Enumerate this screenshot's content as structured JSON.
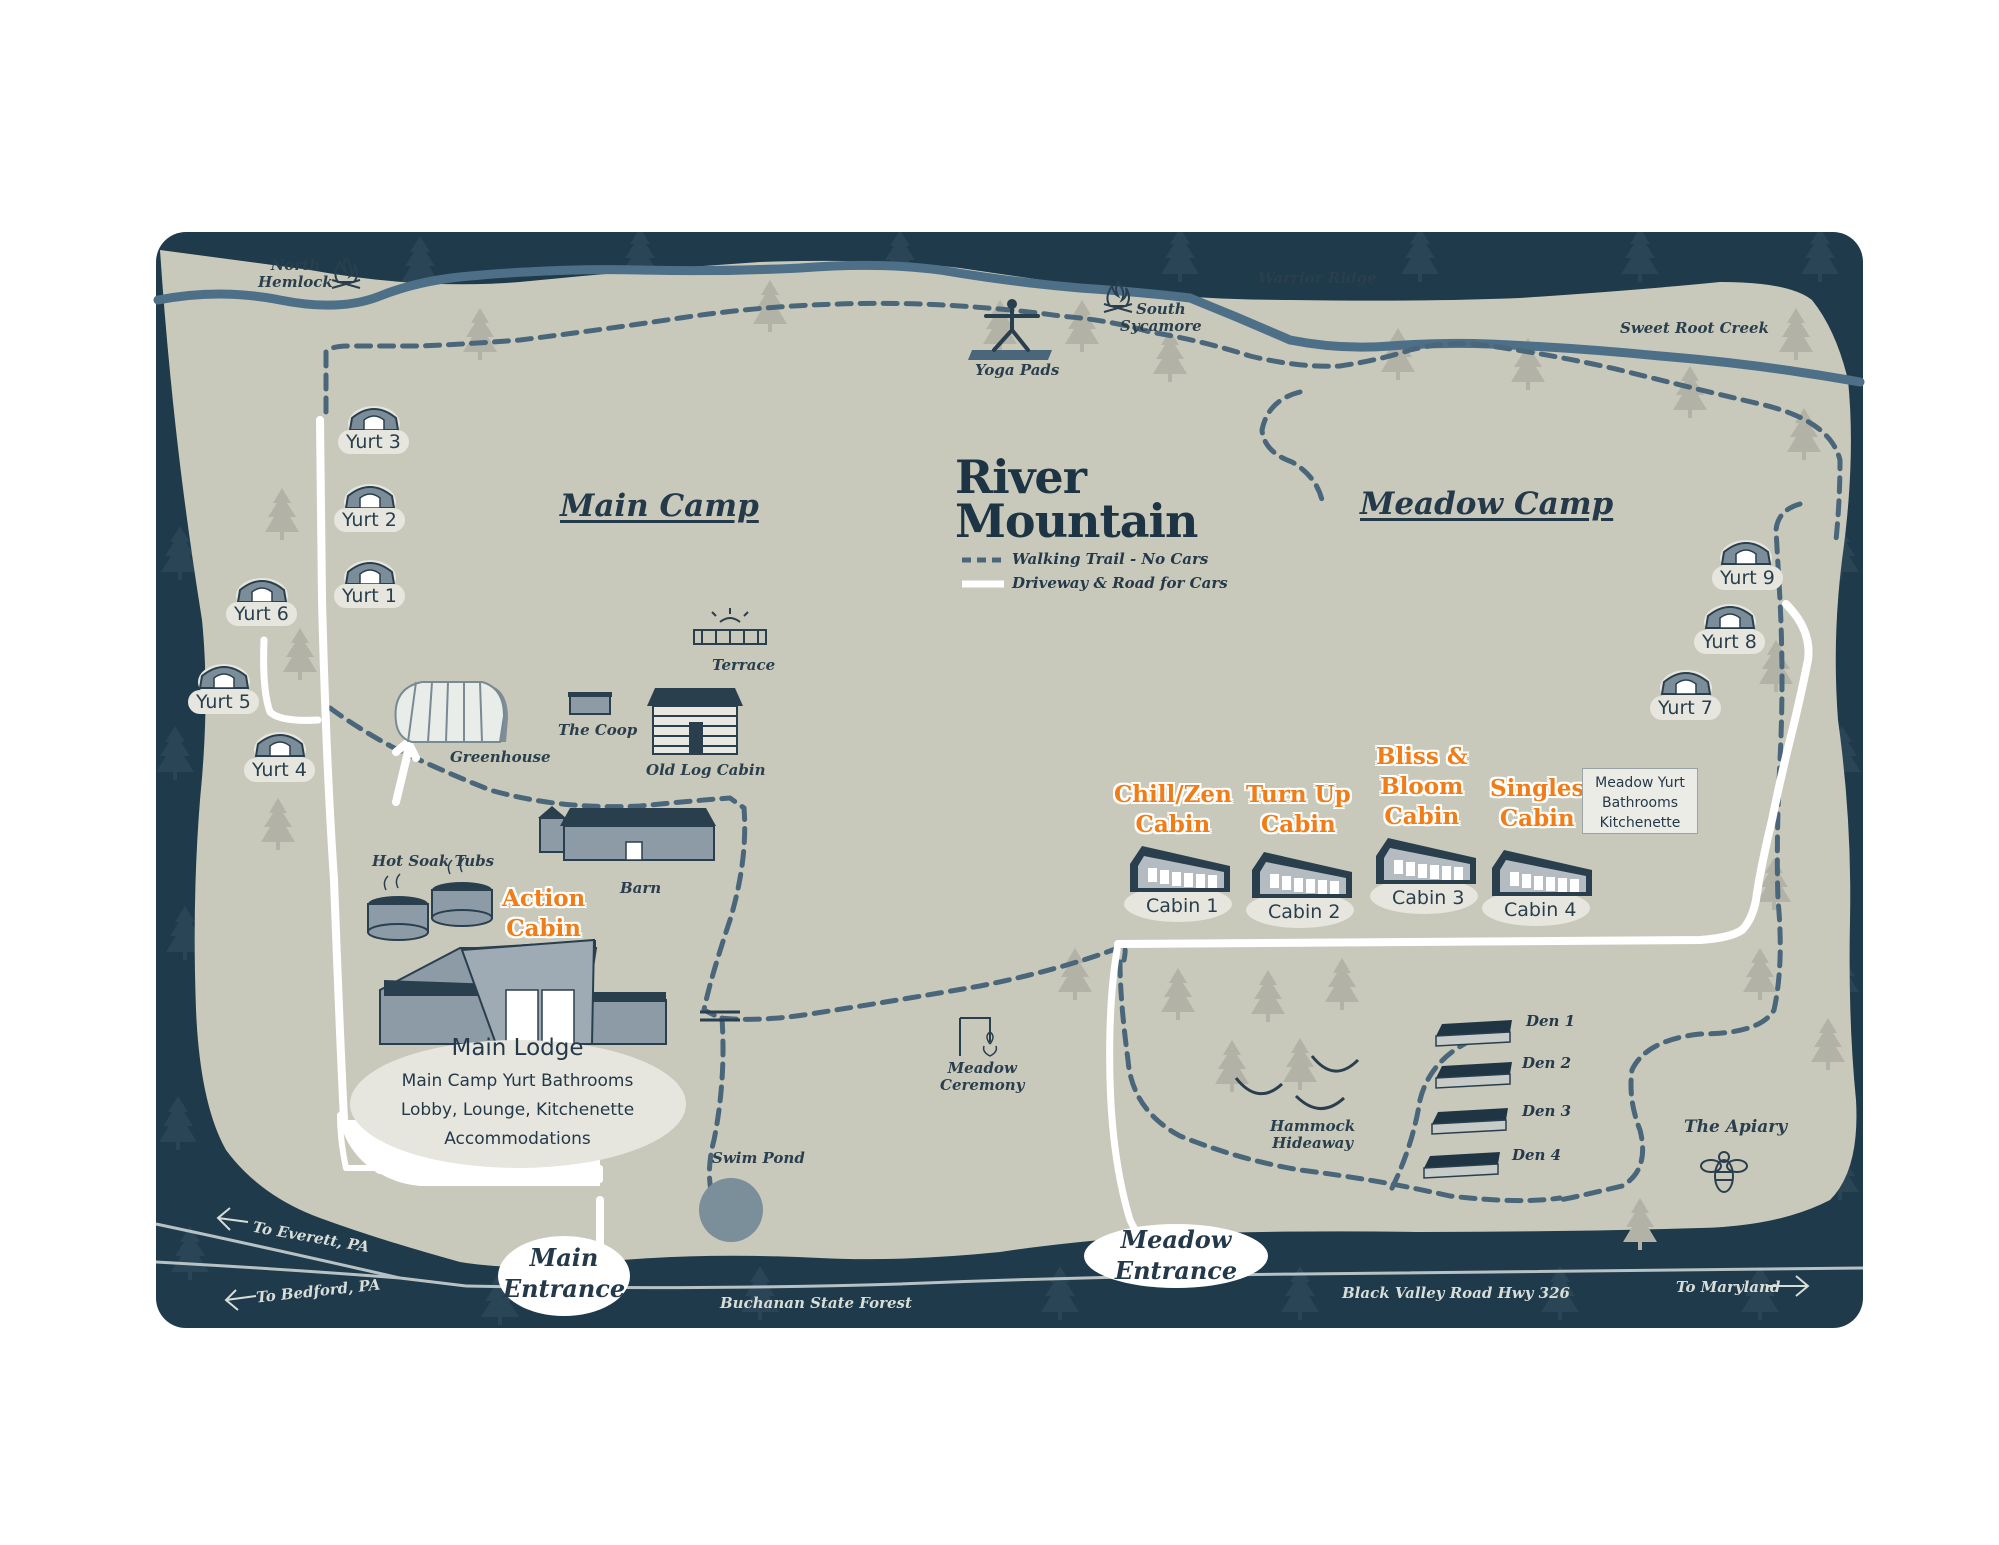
{
  "map": {
    "title_line1": "River",
    "title_line2": "Mountain",
    "legend": {
      "trail": "Walking Trail - No Cars",
      "road": "Driveway & Road for Cars"
    },
    "areas": {
      "main_camp": "Main Camp",
      "meadow_camp": "Meadow Camp"
    },
    "landmarks": {
      "north_hemlock": "North\nHemlock",
      "warrior_ridge": "Warrior Ridge",
      "south_sycamore": "South\nSycamore",
      "sweet_root_creek": "Sweet Root Creek",
      "yoga_pads": "Yoga Pads",
      "terrace": "Terrace",
      "the_coop": "The Coop",
      "old_log_cabin": "Old Log Cabin",
      "greenhouse": "Greenhouse",
      "hot_soak_tubs": "Hot Soak Tubs",
      "barn": "Barn",
      "swim_pond": "Swim Pond",
      "meadow_ceremony": "Meadow\nCeremony",
      "hammock_hideaway": "Hammock\nHideaway",
      "the_apiary": "The Apiary",
      "buchanan": "Buchanan State Forest",
      "black_valley": "Black Valley Road Hwy 326",
      "to_everett": "To Everett, PA",
      "to_bedford": "To Bedford, PA",
      "to_maryland": "To Maryland"
    },
    "yurts": [
      "Yurt 3",
      "Yurt 2",
      "Yurt 1",
      "Yurt 6",
      "Yurt 5",
      "Yurt 4",
      "Yurt 9",
      "Yurt 8",
      "Yurt 7"
    ],
    "cabins": [
      "Cabin 1",
      "Cabin 2",
      "Cabin 3",
      "Cabin 4"
    ],
    "dens": [
      "Den 1",
      "Den 2",
      "Den 3",
      "Den 4"
    ],
    "highlights": {
      "action": "Action\nCabin",
      "chill": "Chill/Zen\nCabin",
      "turnup": "Turn Up\nCabin",
      "bliss": "Bliss &\nBloom\nCabin",
      "singles": "Singles\nCabin"
    },
    "main_lodge": {
      "title": "Main Lodge",
      "line1": "Main Camp Yurt Bathrooms",
      "line2": "Lobby, Lounge, Kitchenette",
      "line3": "Accommodations"
    },
    "meadow_bath": "Meadow Yurt\nBathrooms\nKitchenette",
    "entrances": {
      "main": "Main\nEntrance",
      "meadow": "Meadow\nEntrance"
    },
    "colors": {
      "forest": "#1f3a4a",
      "ground": "#c9c9bb",
      "creek": "#4d7088",
      "trail": "#4a667a",
      "road": "#ffffff",
      "accent": "#f07d18"
    }
  }
}
